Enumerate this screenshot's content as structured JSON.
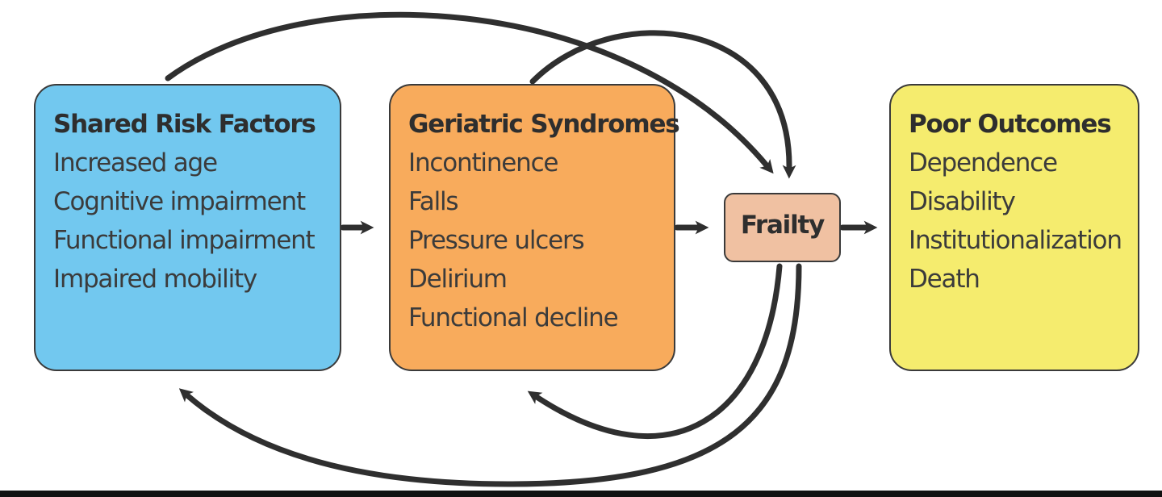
{
  "boxes": {
    "risk": {
      "title": "Shared Risk Factors",
      "items": [
        "Increased age",
        "Cognitive impairment",
        "Functional impairment",
        "Impaired mobility"
      ],
      "color": "#72c8ef"
    },
    "syndromes": {
      "title": "Geriatric Syndromes",
      "items": [
        "Incontinence",
        "Falls",
        "Pressure ulcers",
        "Delirium",
        "Functional decline"
      ],
      "color": "#f8ab5c"
    },
    "frailty": {
      "label": "Frailty",
      "color": "#f0c1a2"
    },
    "outcomes": {
      "title": "Poor Outcomes",
      "items": [
        "Dependence",
        "Disability",
        "Institutionalization",
        "Death"
      ],
      "color": "#f5ec6e"
    }
  },
  "arrow_color": "#2f2f2f"
}
